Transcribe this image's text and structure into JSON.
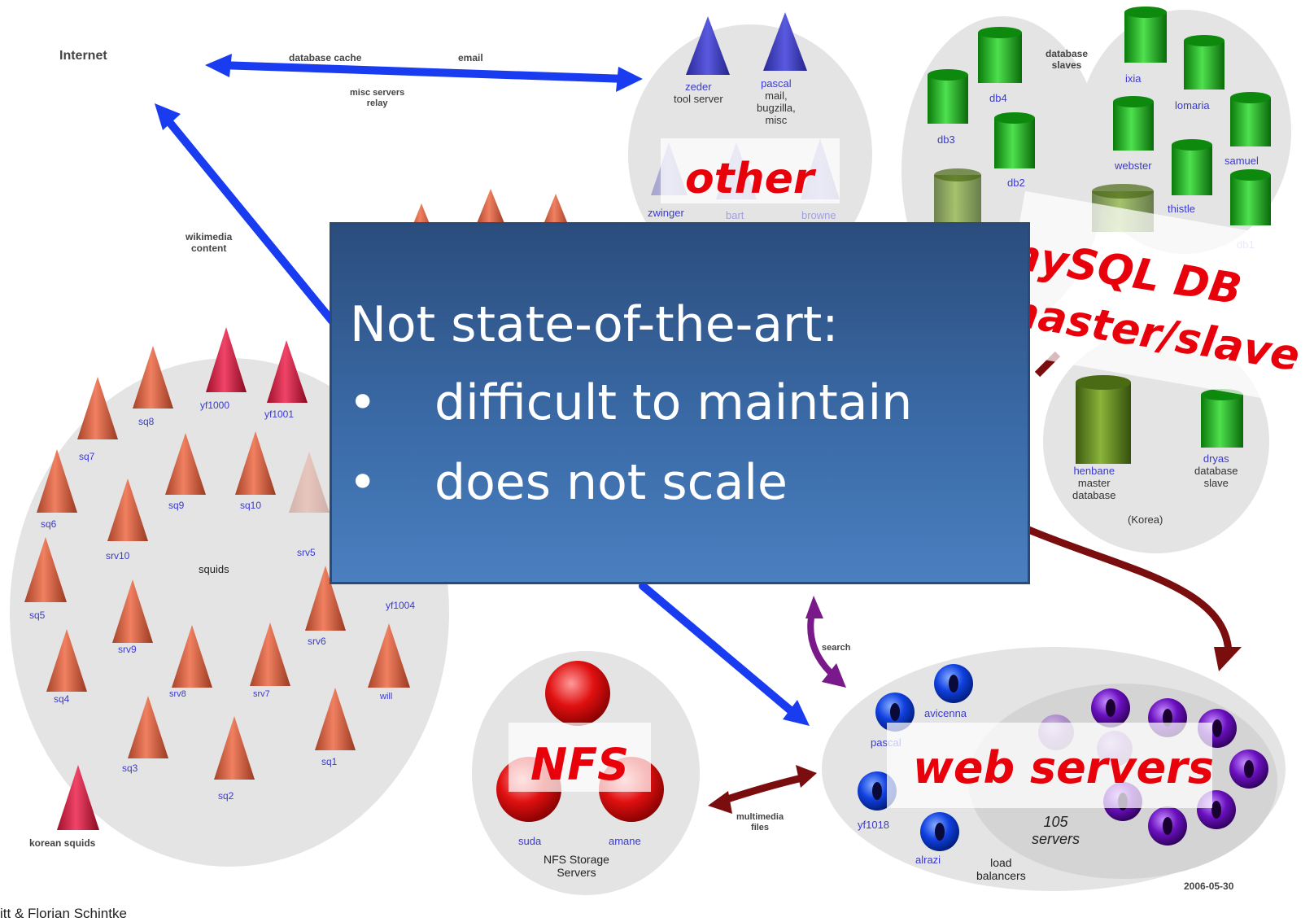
{
  "diagram": {
    "top_labels": {
      "internet": "Internet",
      "database_link": "database cache",
      "email": "email",
      "misc_link": "misc servers\nrelay",
      "wikimedia": "wikimedia\ncontent"
    },
    "other_cluster": {
      "tag": "other",
      "servers": [
        {
          "name": "zeder",
          "role": "tool server"
        },
        {
          "name": "pascal",
          "role": "mail,\nbugzilla,\nmisc"
        },
        {
          "name": "zwinger",
          "role": ""
        },
        {
          "name": "bart",
          "role": ""
        },
        {
          "name": "browne",
          "role": ""
        }
      ]
    },
    "db_cluster": {
      "tag_line1": "mySQL DB",
      "tag_line2": "master/slave",
      "group_label": "database\nslaves",
      "slaves": [
        "db4",
        "db3",
        "db2",
        "ixia",
        "lomaria",
        "webster",
        "samuel",
        "thistle",
        "db1"
      ],
      "master": {
        "name": "henbane",
        "role": "master\ndatabase"
      },
      "slave": {
        "name": "dryas",
        "role": "database\nslave"
      },
      "location": "(Korea)"
    },
    "squid_cluster": {
      "center_label": "squids",
      "cones": [
        "sq8",
        "yf1000",
        "yf1001",
        "sq7",
        "sq9",
        "sq10",
        "sq6",
        "srv10",
        "srv5",
        "yf1004",
        "sq5",
        "srv9",
        "srv8",
        "srv6",
        "srv7",
        "will",
        "sq4",
        "sq3",
        "sq2",
        "sq1"
      ],
      "korean": "korean squids"
    },
    "nfs_cluster": {
      "tag": "NFS",
      "servers": [
        "suda",
        "amane"
      ],
      "caption": "NFS Storage\nServers"
    },
    "web_cluster": {
      "tag": "web servers",
      "count_label": "105\nservers",
      "servers": [
        "avicenna",
        "pascal",
        "yf1018",
        "alrazi"
      ],
      "caption": "load\nbalancers"
    },
    "links": {
      "search": "search",
      "multimedia": "multimedia\nfiles"
    },
    "footer": {
      "left": "itt & Florian Schintke",
      "date": "2006-05-30"
    }
  },
  "overlay": {
    "heading": "Not state-of-the-art:",
    "bullets": [
      "difficult to maintain",
      "does not scale"
    ]
  },
  "colors": {
    "overlay_top": "#2b4d7d",
    "overlay_bottom": "#4a7fc0",
    "accent_red": "#e8000b",
    "arrow_blue": "#1a3cf0",
    "arrow_darkred": "#7a0d0d"
  }
}
